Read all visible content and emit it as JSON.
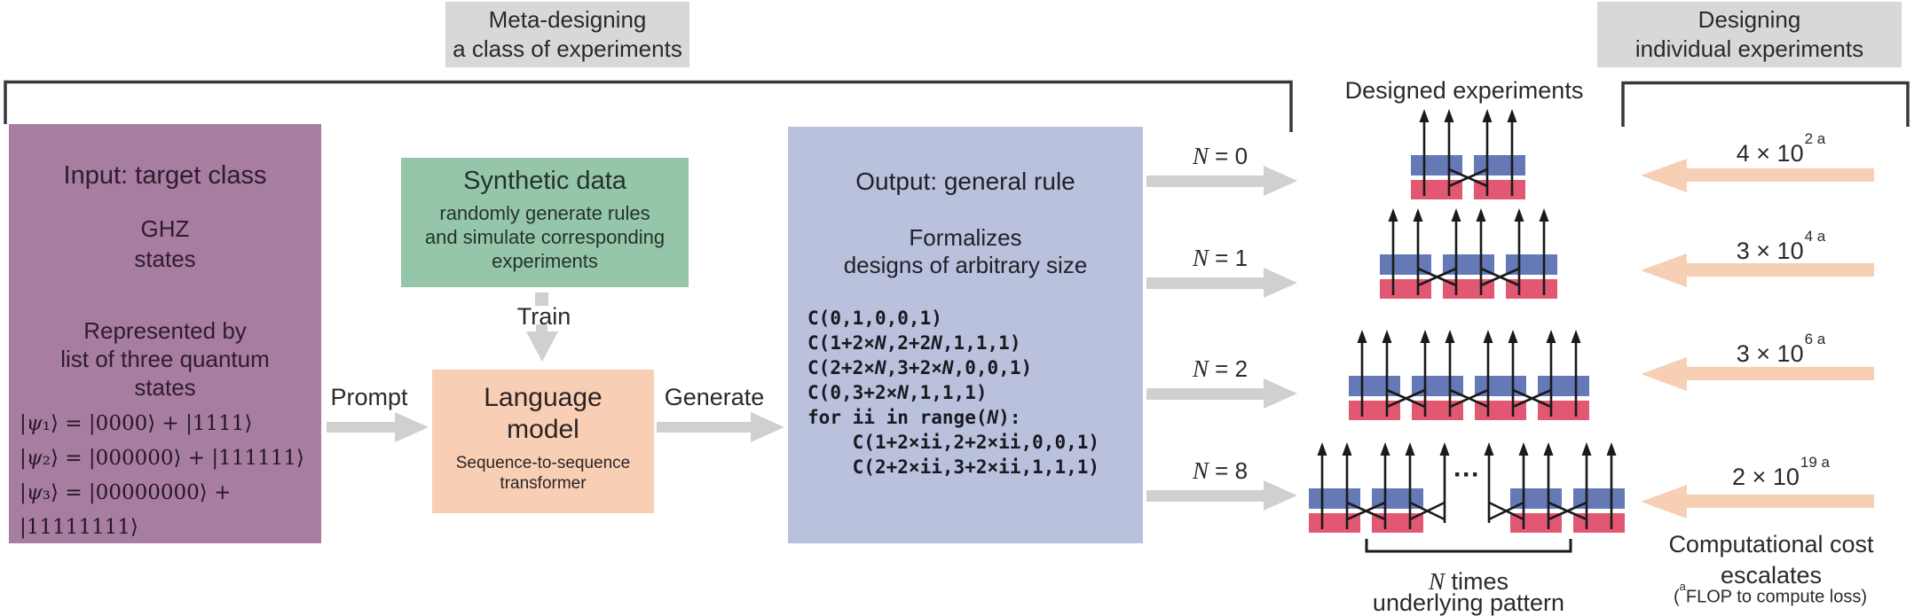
{
  "colors": {
    "purple_box": "#a77da1",
    "green_box": "#95c6aa",
    "orange_box": "#f8cfb5",
    "blue_box": "#bac1dc",
    "gray_label_box": "#d8d8d8",
    "gray_arrow": "#d0d0d0",
    "peach_arrow": "#f7cfb4",
    "circuit_blue": "#6579b6",
    "circuit_red": "#e25873",
    "ink": "#1a1a1a"
  },
  "top_labels": {
    "meta_lines": [
      "Meta-designing",
      "a class of experiments"
    ],
    "individual_lines": [
      "Designing",
      "individual experiments"
    ]
  },
  "input_box": {
    "title": "Input: target class",
    "class_lines": [
      "GHZ",
      "states"
    ],
    "representation_lines": [
      "Represented by",
      "list of three quantum",
      "states"
    ],
    "state_equations": [
      "|ψ₁⟩ = |0000⟩ + |1111⟩",
      "|ψ₂⟩ = |000000⟩ + |111111⟩",
      "|ψ₃⟩ = |00000000⟩ + |11111111⟩"
    ]
  },
  "synthetic_box": {
    "title": "Synthetic data",
    "body_lines": [
      "randomly generate rules",
      "and simulate corresponding",
      "experiments"
    ]
  },
  "model_box": {
    "title_lines": [
      "Language",
      "model"
    ],
    "subtitle_lines": [
      "Sequence-to-sequence",
      "transformer"
    ]
  },
  "flow_labels": {
    "prompt": "Prompt",
    "train": "Train",
    "generate": "Generate"
  },
  "output_box": {
    "title": "Output: general rule",
    "subtitle_lines": [
      "Formalizes",
      "designs of arbitrary size"
    ],
    "code_lines": [
      "C(0,1,0,0,1)",
      "C(1+2×N,2+2N,1,1,1)",
      "C(2+2×N,3+2×N,0,0,1)",
      "C(0,3+2×N,1,1,1)",
      "for ii in range(N):",
      "    C(1+2×ii,2+2×ii,0,0,1)",
      "    C(2+2×ii,3+2×ii,1,1,1)"
    ]
  },
  "designed_experiments": {
    "title": "Designed experiments",
    "rows": [
      {
        "label_var": "N",
        "label_rest": " = 0",
        "units": 2,
        "dots": false,
        "cost_base": "4 × 10",
        "cost_exp": "2 a"
      },
      {
        "label_var": "N",
        "label_rest": " = 1",
        "units": 3,
        "dots": false,
        "cost_base": "3 × 10",
        "cost_exp": "4 a"
      },
      {
        "label_var": "N",
        "label_rest": " = 2",
        "units": 4,
        "dots": false,
        "cost_base": "3 × 10",
        "cost_exp": "6 a"
      },
      {
        "label_var": "N",
        "label_rest": " = 8",
        "units": 4,
        "dots": true,
        "dots_text": "···",
        "cost_base": "2 × 10",
        "cost_exp": "19 a"
      }
    ],
    "brace_label": {
      "var": "N",
      "rest": " times",
      "line2": "underlying pattern"
    }
  },
  "cost_note": {
    "line1": "Computational cost",
    "line2": "escalates",
    "footnote_pre": "(",
    "footnote_sup": "a",
    "footnote_rest": "FLOP to compute loss)"
  }
}
